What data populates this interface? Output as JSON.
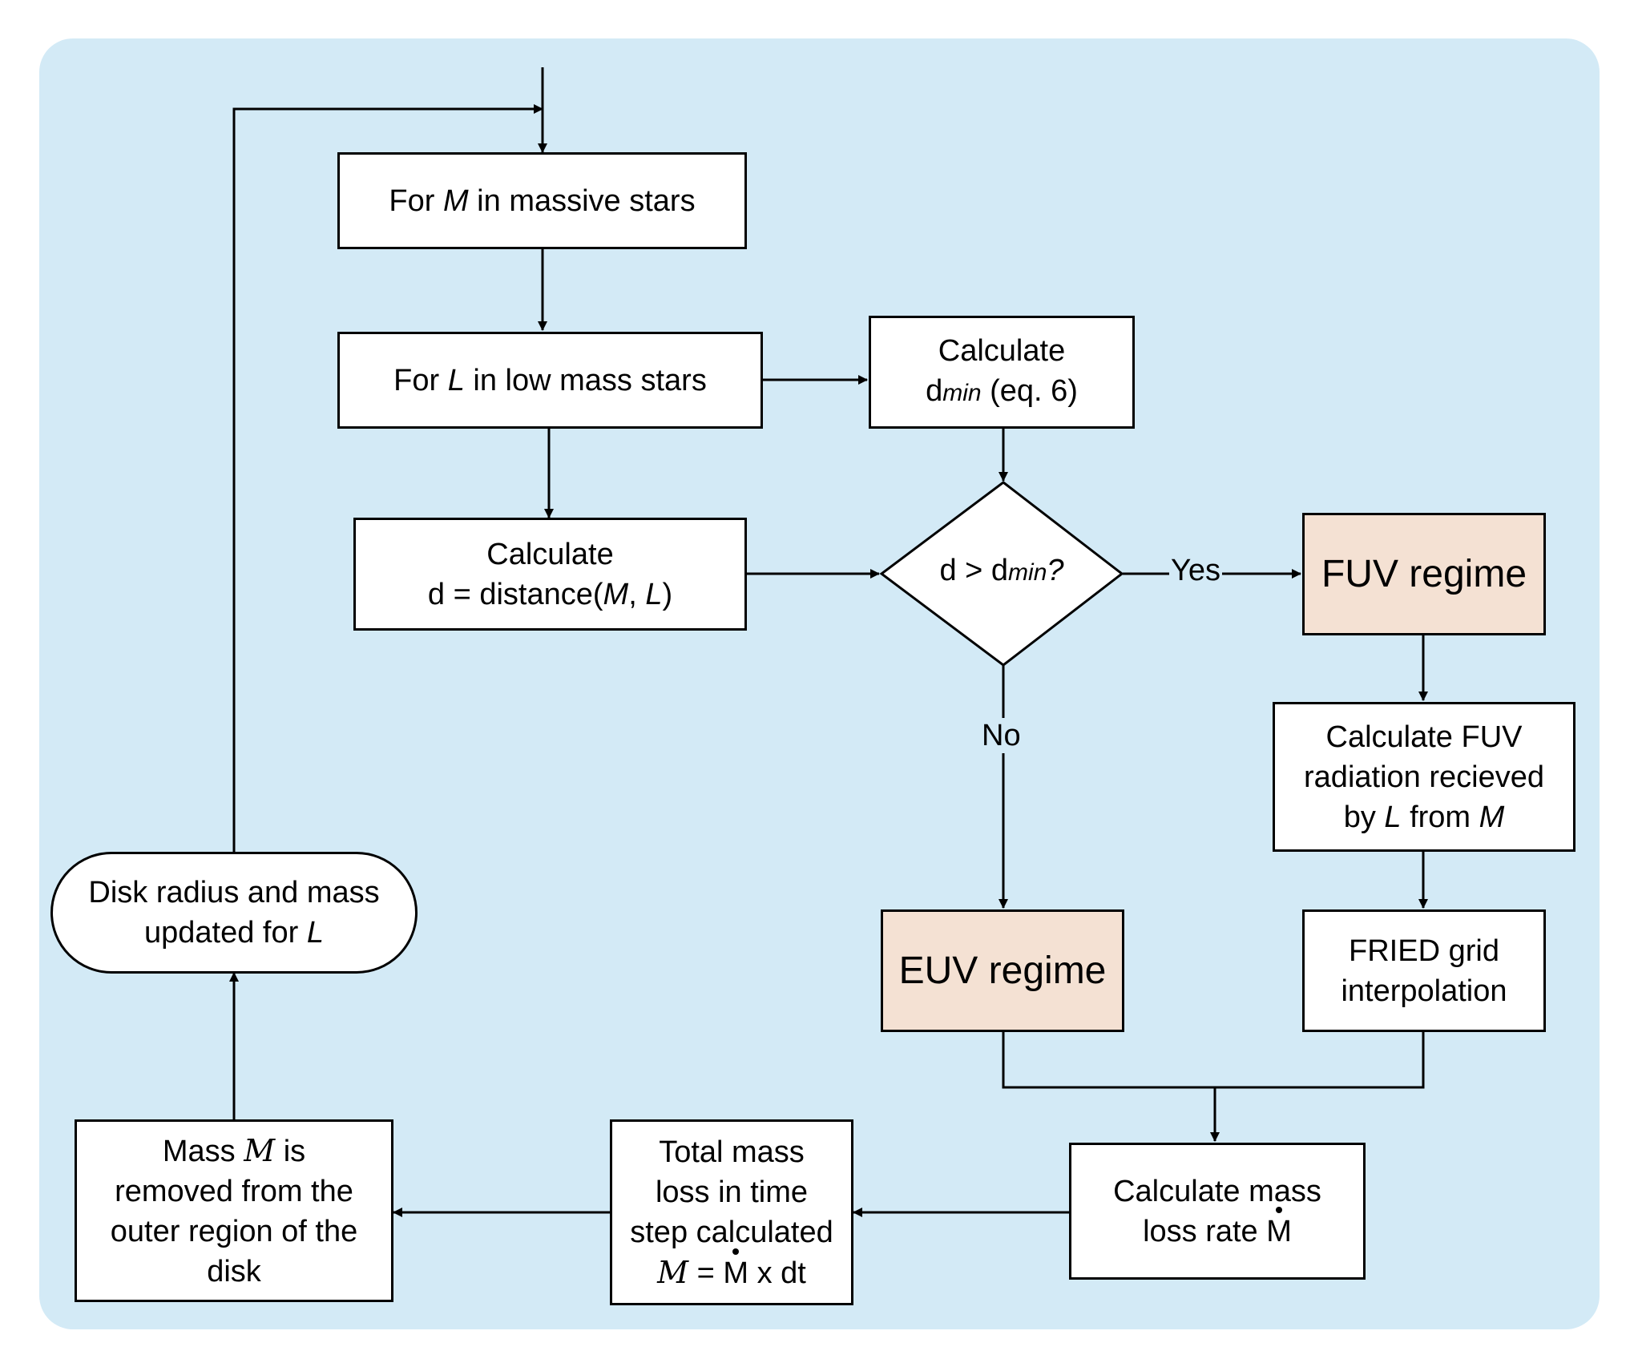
{
  "nodes": {
    "for_massive": {
      "pre": "For ",
      "var": "M",
      "post": " in massive stars"
    },
    "for_low": {
      "pre": "For ",
      "var": "L",
      "post": " in low mass stars"
    },
    "calc_dmin": {
      "line1": "Calculate",
      "d": "d",
      "sub": "min",
      "post": " (eq. 6)"
    },
    "calc_d": {
      "line1": "Calculate",
      "pre": "d = distance(",
      "var1": "M",
      "sep": ", ",
      "var2": "L",
      "post": ")"
    },
    "decision": {
      "d": "d > d",
      "sub": "min",
      "q": "?"
    },
    "fuv_regime": "FUV regime",
    "calc_fuv": {
      "line1": "Calculate FUV",
      "line2": "radiation recieved",
      "pre": "by ",
      "var1": "L",
      "mid": " from ",
      "var2": "M"
    },
    "fried": {
      "line1": "FRIED grid",
      "line2": "interpolation"
    },
    "euv_regime": "EUV regime",
    "mass_loss_rate": {
      "line1": "Calculate mass",
      "line2": "loss rate ",
      "m": "M"
    },
    "total_mass": {
      "line1": "Total mass",
      "line2": "loss in time",
      "line3": "step calculated",
      "script": "M",
      "eq": " = ",
      "m": "M",
      "post": " x dt"
    },
    "mass_removed": {
      "pre": "Mass ",
      "script": "M",
      "post": " is",
      "line2": "removed from the",
      "line3": "outer region of the",
      "line4": "disk"
    },
    "disk_update": {
      "line1": "Disk radius and mass",
      "pre": "updated for ",
      "var": "L"
    }
  },
  "edge_labels": {
    "yes": "Yes",
    "no": "No"
  },
  "colors": {
    "background": "#d3eaf6",
    "regime_fill": "#f4e1d3",
    "box_fill": "#ffffff",
    "stroke": "#000000"
  }
}
